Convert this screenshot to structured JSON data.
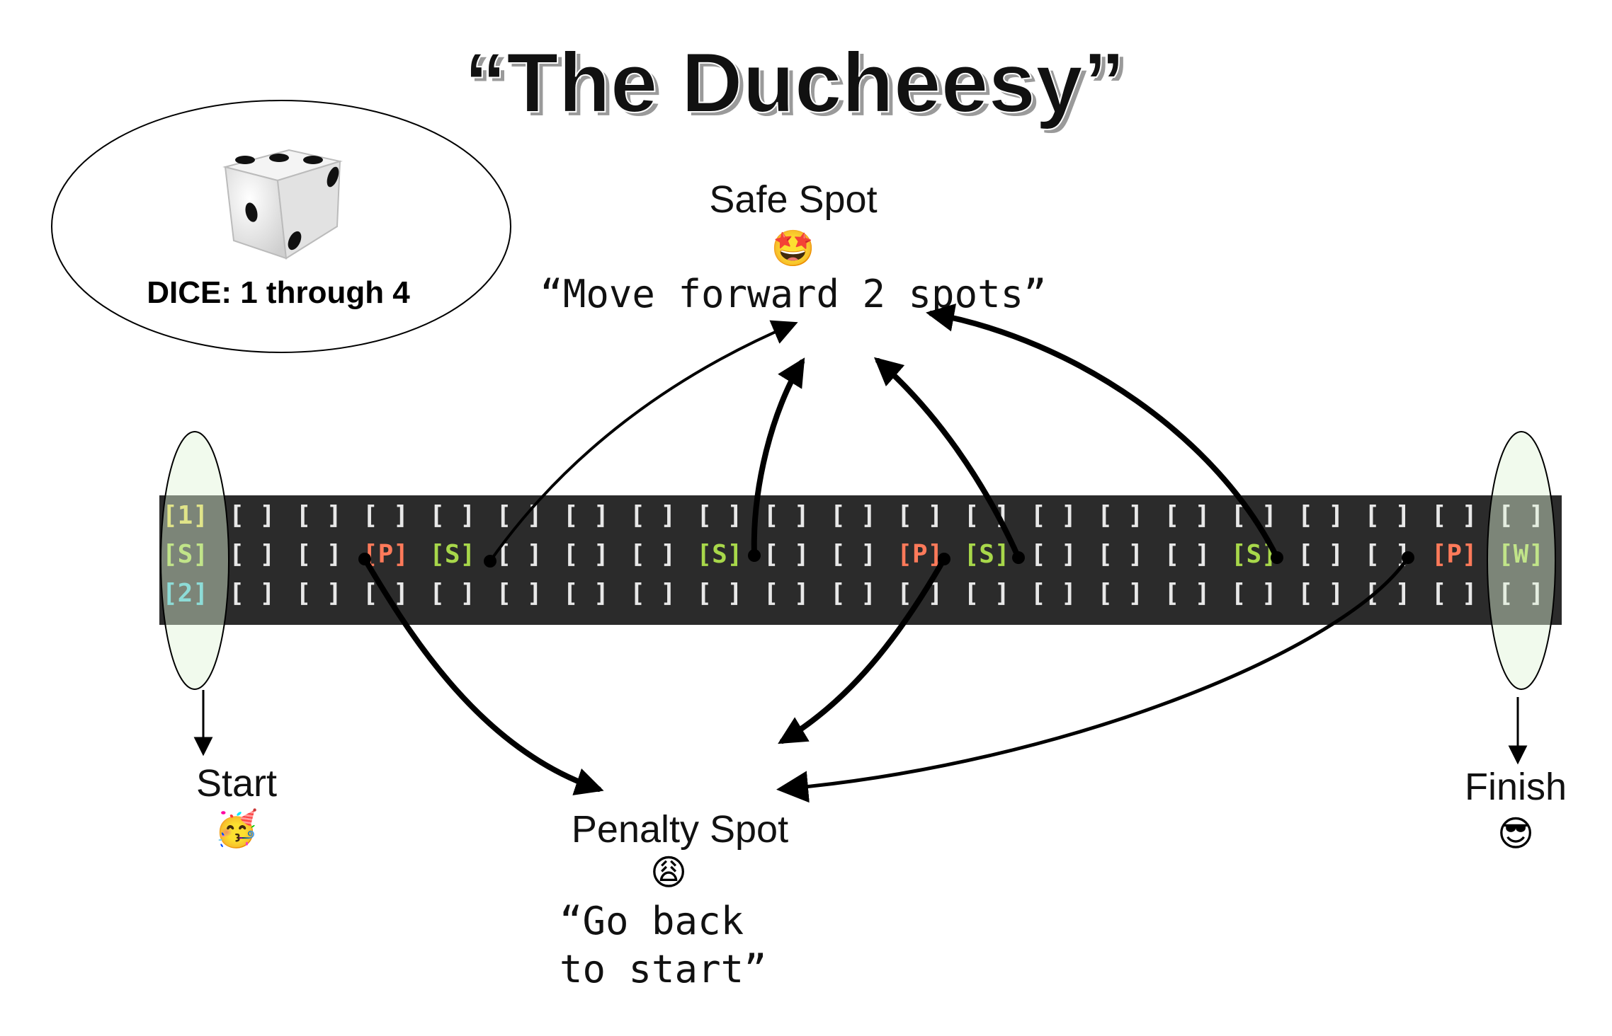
{
  "title": "“The Ducheesy”",
  "dice": {
    "label": "DICE: 1 through 4",
    "icon": "die-icon"
  },
  "safe_spot": {
    "label": "Safe Spot",
    "emoji": "🤩",
    "rule": "“Move forward 2 spots”"
  },
  "penalty_spot": {
    "label": "Penalty Spot",
    "emoji": "😩",
    "rule_line1": "“Go back",
    "rule_line2": "to start”"
  },
  "start": {
    "label": "Start",
    "emoji": "🥳"
  },
  "finish": {
    "label": "Finish",
    "emoji": "😎"
  },
  "board": {
    "rows": [
      [
        "[1]",
        "[ ]",
        "[ ]",
        "[ ]",
        "[ ]",
        "[ ]",
        "[ ]",
        "[ ]",
        "[ ]",
        "[ ]",
        "[ ]",
        "[ ]",
        "[ ]",
        "[ ]",
        "[ ]",
        "[ ]",
        "[ ]",
        "[ ]",
        "[ ]",
        "[ ]",
        "[ ]",
        "[ ]"
      ],
      [
        "[S]",
        "[ ]",
        "[ ]",
        "[P]",
        "[S]",
        "[ ]",
        "[ ]",
        "[ ]",
        "[S]",
        "[ ]",
        "[ ]",
        "[P]",
        "[S]",
        "[ ]",
        "[ ]",
        "[ ]",
        "[S]",
        "[ ]",
        "[ ]",
        "[P]",
        "[W]"
      ],
      [
        "[2]",
        "[ ]",
        "[ ]",
        "[ ]",
        "[ ]",
        "[ ]",
        "[ ]",
        "[ ]",
        "[ ]",
        "[ ]",
        "[ ]",
        "[ ]",
        "[ ]",
        "[ ]",
        "[ ]",
        "[ ]",
        "[ ]",
        "[ ]",
        "[ ]",
        "[ ]",
        "[ ]"
      ]
    ],
    "colors": {
      "background": "#2b2b2b",
      "empty": "#e8e8e8",
      "safe": "#a8d84a",
      "penalty": "#ff7a5a",
      "player1": "#e0d84a",
      "player2": "#4ac8d8",
      "win": "#a8d84a"
    }
  },
  "colors": {
    "ellipse_fill": "#dff5d6",
    "arrow": "#000000"
  }
}
